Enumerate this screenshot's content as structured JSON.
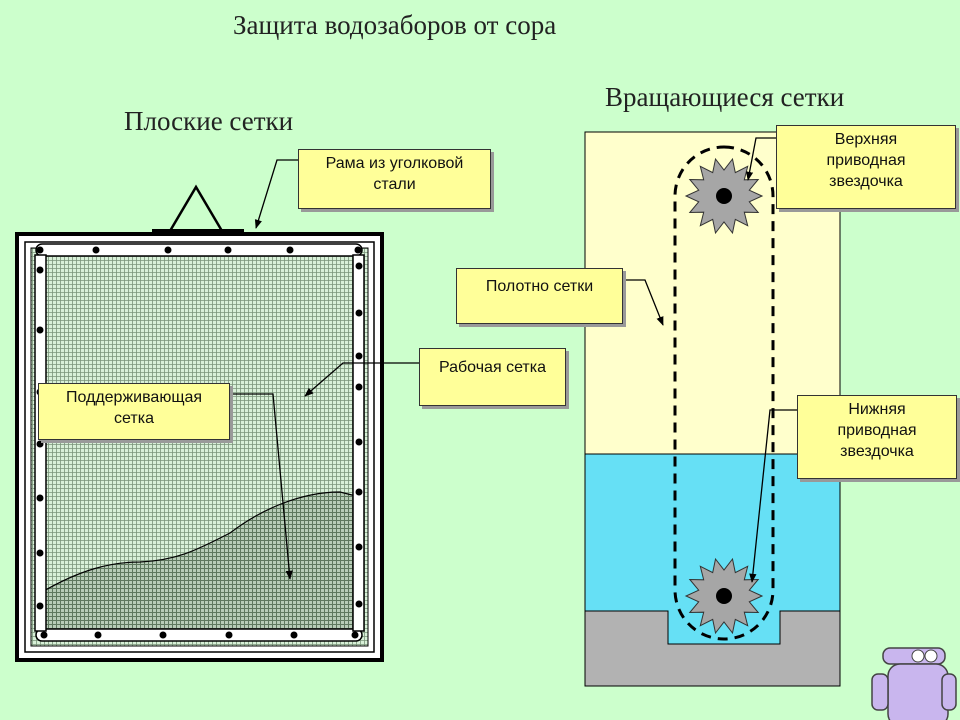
{
  "titles": {
    "main": "Защита водозаборов от сора",
    "flat": "Плоские сетки",
    "rotating": "Вращающиеся сетки"
  },
  "callouts": {
    "frame": [
      "Рама из уголковой",
      "стали"
    ],
    "support": [
      "Поддерживающая",
      "сетка"
    ],
    "working": [
      "Рабочая сетка"
    ],
    "mesh_belt": [
      "Полотно сетки"
    ],
    "upper_sprocket": [
      "Верхняя",
      "приводная",
      "звездочка"
    ],
    "lower_sprocket": [
      "Нижняя",
      "приводная",
      "звездочка"
    ]
  },
  "colors": {
    "background": "#ccffcc",
    "callout_fill": "#ffff99",
    "air_zone": "#ffffcc",
    "water": "#66e0f5",
    "concrete": "#b2b2b2",
    "sprocket": "#a6a6a6",
    "mesh": "#7a947a"
  },
  "icons": [
    "robot-icon"
  ]
}
